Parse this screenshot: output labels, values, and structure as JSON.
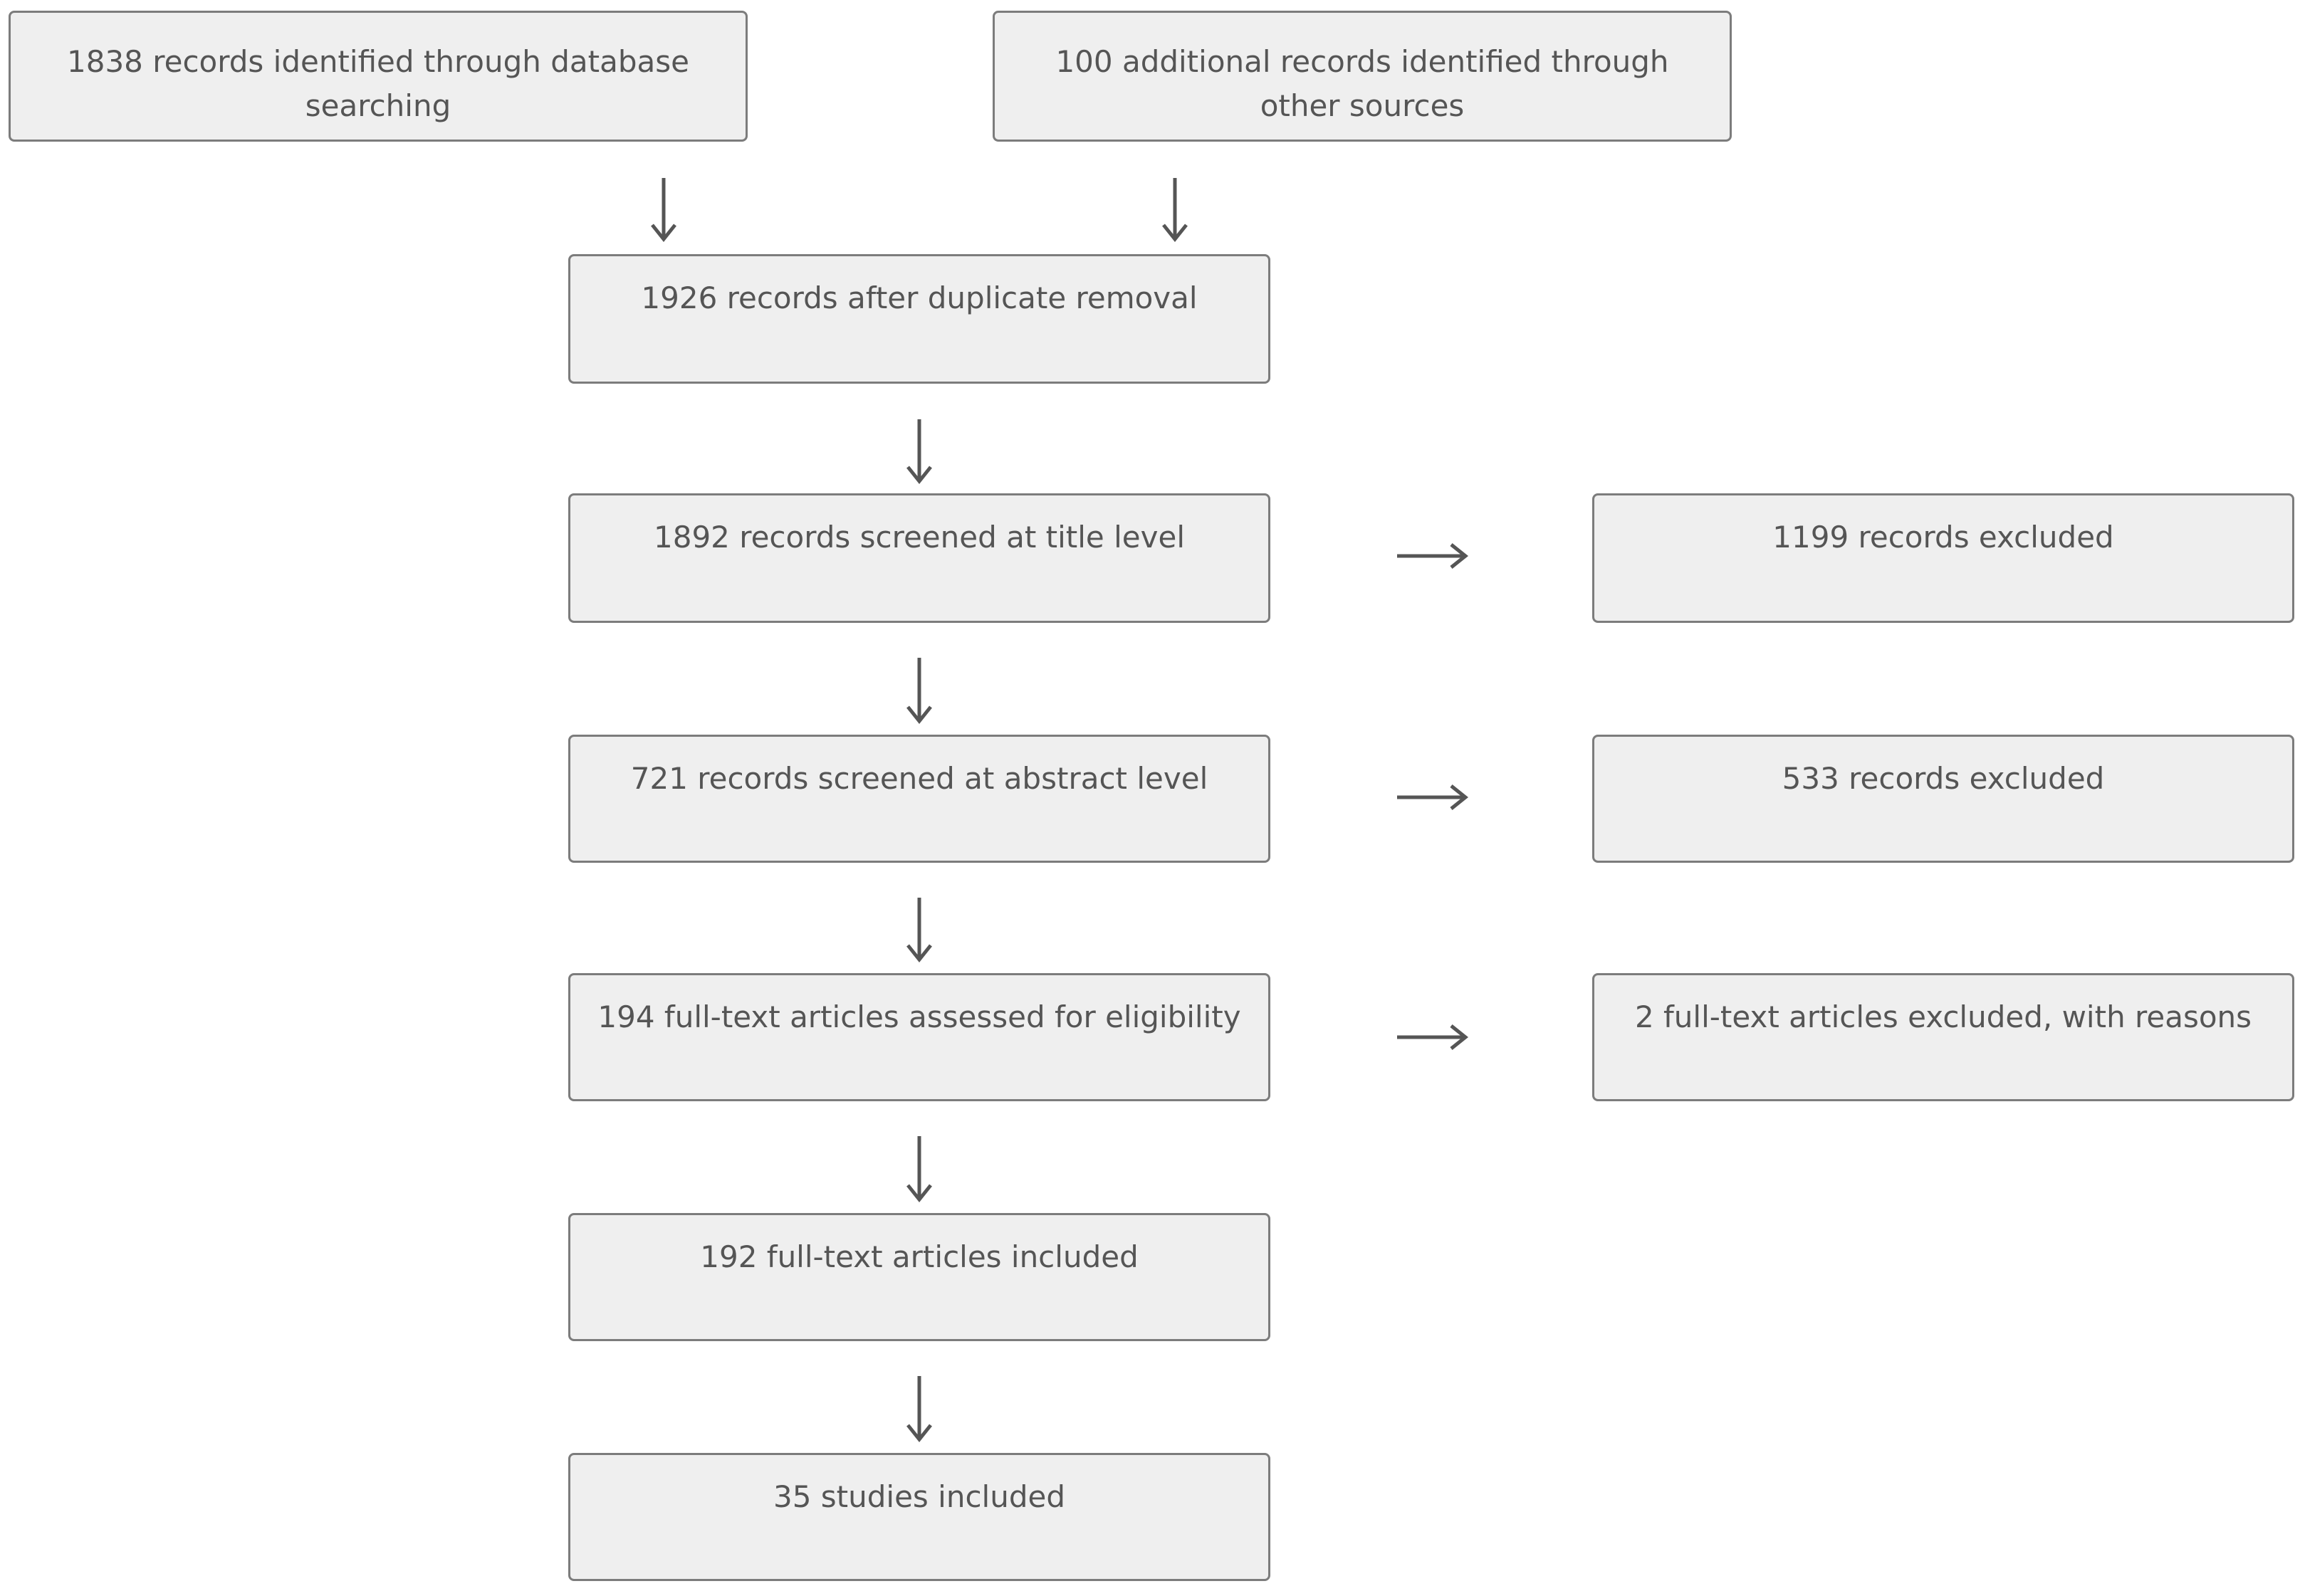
{
  "nodes": {
    "db_search": "1838 records identified through database searching",
    "other_sources": "100 additional records identified through other sources",
    "after_duplicates": "1926 records after duplicate removal",
    "title_screen": "1892 records screened at title level",
    "title_excluded": "1199 records excluded",
    "abstract_screen": "721 records screened at abstract level",
    "abstract_excluded": "533 records excluded",
    "fulltext_assessed": "194 full-text articles assessed for eligibility",
    "fulltext_excluded": "2 full-text articles excluded, with reasons",
    "fulltext_included": "192 full-text articles included",
    "studies_included": "35 studies included"
  },
  "colors": {
    "box_fill": "#efefef",
    "box_border": "#7c7c7c",
    "text": "#555555",
    "arrow": "#555555"
  }
}
